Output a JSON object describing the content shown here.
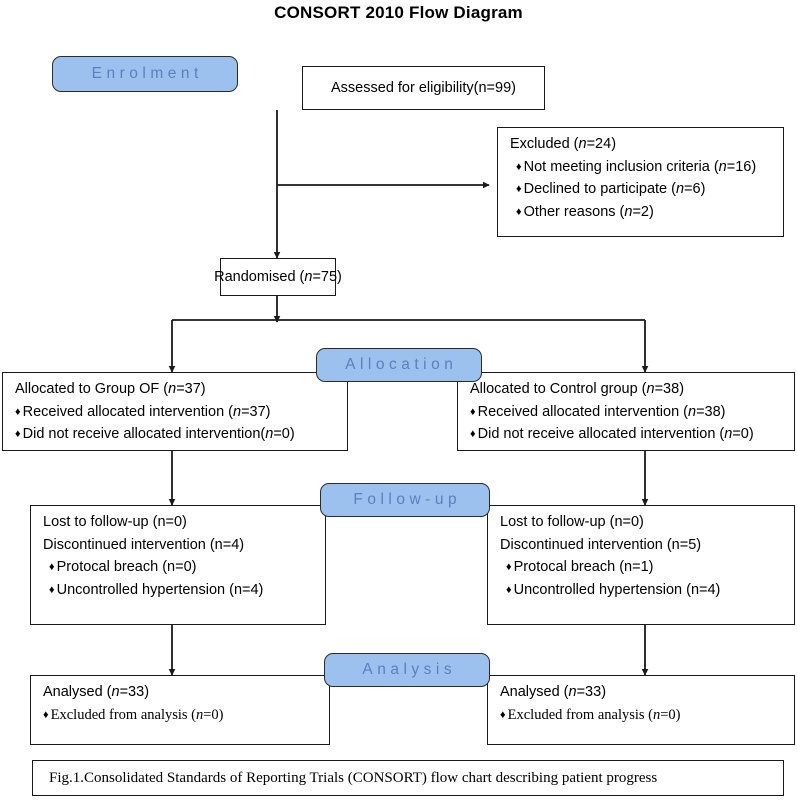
{
  "title": "CONSORT 2010 Flow Diagram",
  "stages": {
    "enrolment": "Enrolment",
    "allocation": "Allocation",
    "followup": "Follow-up",
    "analysis": "Analysis"
  },
  "nodes": {
    "assessed": {
      "name": "assessed-for-eligibility-box",
      "lines": [
        "Assessed for eligibility(n=99)"
      ]
    },
    "excluded": {
      "name": "excluded-box",
      "header": "Excluded (",
      "header_n": "n",
      "header_tail": "=24)",
      "lines": [
        {
          "text_a": "Not meeting inclusion criteria (",
          "n": "n",
          "text_b": "=16)"
        },
        {
          "text_a": "Declined to participate (",
          "n": "n",
          "text_b": "=6)"
        },
        {
          "text_a": "Other reasons (",
          "n": "n",
          "text_b": "=2)"
        }
      ]
    },
    "randomised": {
      "name": "randomised-box",
      "text_a": "Randomised (",
      "n": "n",
      "text_b": "=75)"
    },
    "alloc_left": {
      "name": "allocated-group-of-box",
      "lines": [
        {
          "text_a": "Allocated to Group OF (",
          "n": "n",
          "text_b": "=37)",
          "bullet": false
        },
        {
          "text_a": "Received allocated intervention (",
          "n": "n",
          "text_b": "=37)",
          "bullet": true
        },
        {
          "text_a": "Did not receive allocated intervention(",
          "n": "n",
          "text_b": "=0)",
          "bullet": true
        }
      ]
    },
    "alloc_right": {
      "name": "allocated-control-group-box",
      "lines": [
        {
          "text_a": "Allocated to Control group (",
          "n": "n",
          "text_b": "=38)",
          "bullet": false
        },
        {
          "text_a": "Received allocated intervention (",
          "n": "n",
          "text_b": "=38)",
          "bullet": true
        },
        {
          "text_a": "Did not receive allocated intervention (",
          "n": "n",
          "text_b": "=0)",
          "bullet": true
        }
      ]
    },
    "follow_left": {
      "name": "followup-group-of-box",
      "lines": [
        {
          "text": "Lost to follow-up (n=0)",
          "bullet": false
        },
        {
          "text": "Discontinued intervention (n=4)",
          "bullet": false
        },
        {
          "text": "Protocal breach (n=0)",
          "bullet": true
        },
        {
          "text": "Uncontrolled hypertension (n=4)",
          "bullet": true
        }
      ]
    },
    "follow_right": {
      "name": "followup-control-group-box",
      "lines": [
        {
          "text": "Lost to follow-up (n=0)",
          "bullet": false
        },
        {
          "text": "Discontinued intervention (n=5)",
          "bullet": false
        },
        {
          "text": "Protocal breach (n=1)",
          "bullet": true
        },
        {
          "text": "Uncontrolled hypertension (n=4)",
          "bullet": true
        }
      ]
    },
    "analysis_left": {
      "name": "analysed-group-of-box",
      "head_a": "Analysed (",
      "head_n": "n",
      "head_b": "=33)",
      "sub_a": "Excluded from analysis (",
      "sub_n": "n",
      "sub_b": "=0)"
    },
    "analysis_right": {
      "name": "analysed-control-group-box",
      "head_a": "Analysed (",
      "head_n": "n",
      "head_b": "=33)",
      "sub_a": "Excluded from analysis (",
      "sub_n": "n",
      "sub_b": "=0)"
    }
  },
  "caption": "Fig.1.Consolidated Standards of Reporting Trials (CONSORT) flow chart describing patient progress",
  "colors": {
    "stage_fill": "#9dc1ef",
    "stage_text": "#5b7fbf",
    "stage_border": "#2b2b2b",
    "box_border": "#1a1a1a",
    "connector": "#1a1a1a",
    "background": "#ffffff",
    "text": "#000000"
  }
}
